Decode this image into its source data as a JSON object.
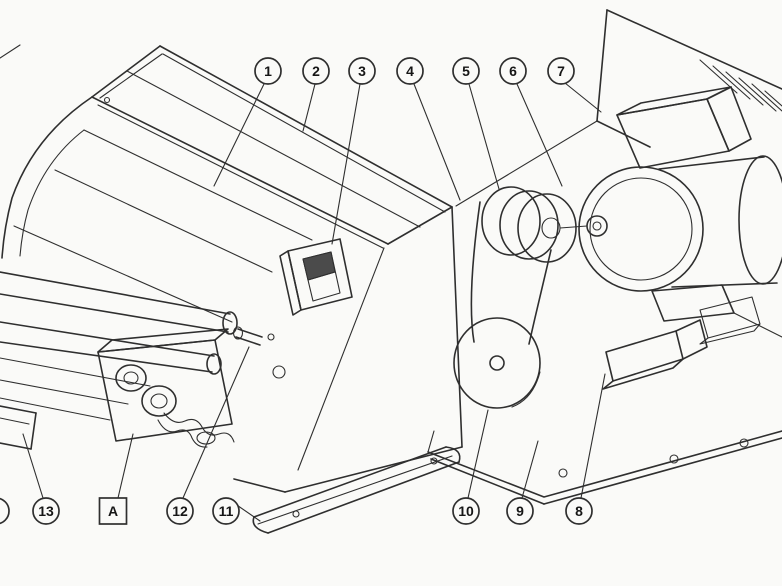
{
  "figure": {
    "kind": "exploded-parts-diagram",
    "background_color": "#fafaf8",
    "line_color": "#2f2f2f"
  },
  "callouts": [
    {
      "id": "1",
      "label": "1",
      "shape": "circle"
    },
    {
      "id": "2",
      "label": "2",
      "shape": "circle"
    },
    {
      "id": "3",
      "label": "3",
      "shape": "circle"
    },
    {
      "id": "4",
      "label": "4",
      "shape": "circle"
    },
    {
      "id": "5",
      "label": "5",
      "shape": "circle"
    },
    {
      "id": "6",
      "label": "6",
      "shape": "circle"
    },
    {
      "id": "7",
      "label": "7",
      "shape": "circle"
    },
    {
      "id": "8",
      "label": "8",
      "shape": "circle"
    },
    {
      "id": "9",
      "label": "9",
      "shape": "circle"
    },
    {
      "id": "10",
      "label": "10",
      "shape": "circle"
    },
    {
      "id": "11",
      "label": "11",
      "shape": "circle"
    },
    {
      "id": "12",
      "label": "12",
      "shape": "circle"
    },
    {
      "id": "13",
      "label": "13",
      "shape": "circle"
    },
    {
      "id": "A",
      "label": "A",
      "shape": "square"
    }
  ]
}
